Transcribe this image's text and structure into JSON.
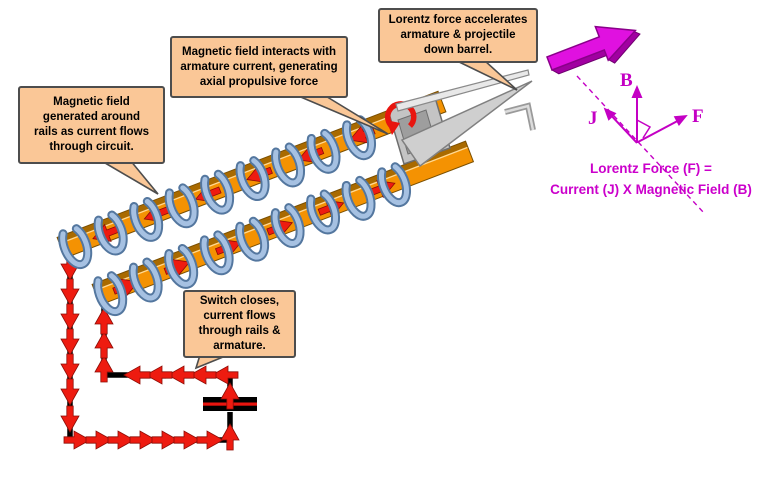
{
  "callouts": {
    "magnetic_field_rails": {
      "lines": [
        "Magnetic field",
        "generated around",
        "rails as current flows",
        "through circuit."
      ]
    },
    "field_interacts_armature": {
      "lines": [
        "Magnetic field interacts with",
        "armature current, generating",
        "axial propulsive force"
      ]
    },
    "lorentz_accelerates": {
      "lines": [
        "Lorentz force accelerates",
        "armature & projectile",
        "down barrel."
      ]
    },
    "switch_closes": {
      "lines": [
        "Switch closes,",
        "current flows",
        "through rails &",
        "armature."
      ]
    }
  },
  "vector_diagram": {
    "label_b": "B",
    "label_j": "J",
    "label_f": "F",
    "formula_line1": "Lorentz Force (F) =",
    "formula_line2": "Current (J) X Magnetic Field (B)"
  },
  "colors": {
    "rail_orange": "#F49202",
    "rail_edge_brown": "#A96A00",
    "coil_blue_light": "#A6C1E2",
    "coil_blue_dark": "#54779F",
    "current_red": "#EE1B10",
    "wire_black": "#000000",
    "magenta_accent": "#C400C4",
    "projectile_arrow_magenta": "#E011E0",
    "callout_fill": "#FAC797",
    "callout_border": "#4D4D4D",
    "armature_gray": "#C4C4C4"
  }
}
